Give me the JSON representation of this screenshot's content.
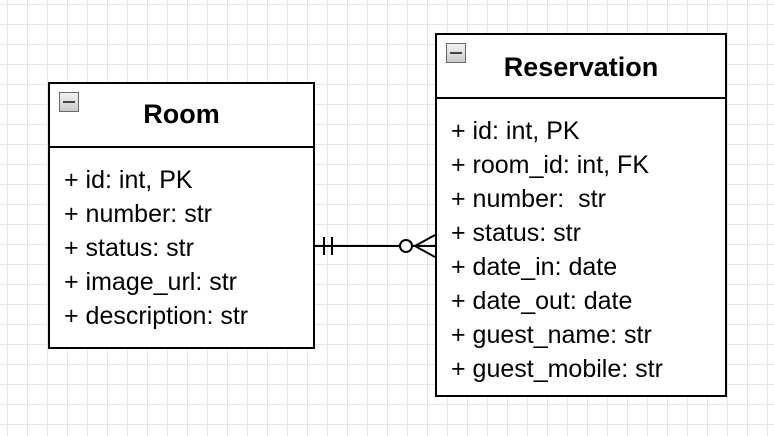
{
  "entities": {
    "room": {
      "title": "Room",
      "attributes": [
        "+ id: int, PK",
        "+ number: str",
        "+ status: str",
        "+ image_url: str",
        "+ description: str"
      ]
    },
    "reservation": {
      "title": "Reservation",
      "attributes": [
        "+ id: int, PK",
        "+ room_id: int, FK",
        "+ number:  str",
        "+ status: str",
        "+ date_in: date",
        "+ date_out: date",
        "+ guest_name: str",
        "+ guest_mobile: str"
      ]
    }
  },
  "relationship": {
    "from": "room",
    "to": "reservation",
    "from_cardinality": "exactly-one",
    "to_cardinality": "zero-or-many"
  },
  "colors": {
    "stroke": "#000000",
    "grid": "#e6e6e6",
    "background": "#ffffff"
  }
}
